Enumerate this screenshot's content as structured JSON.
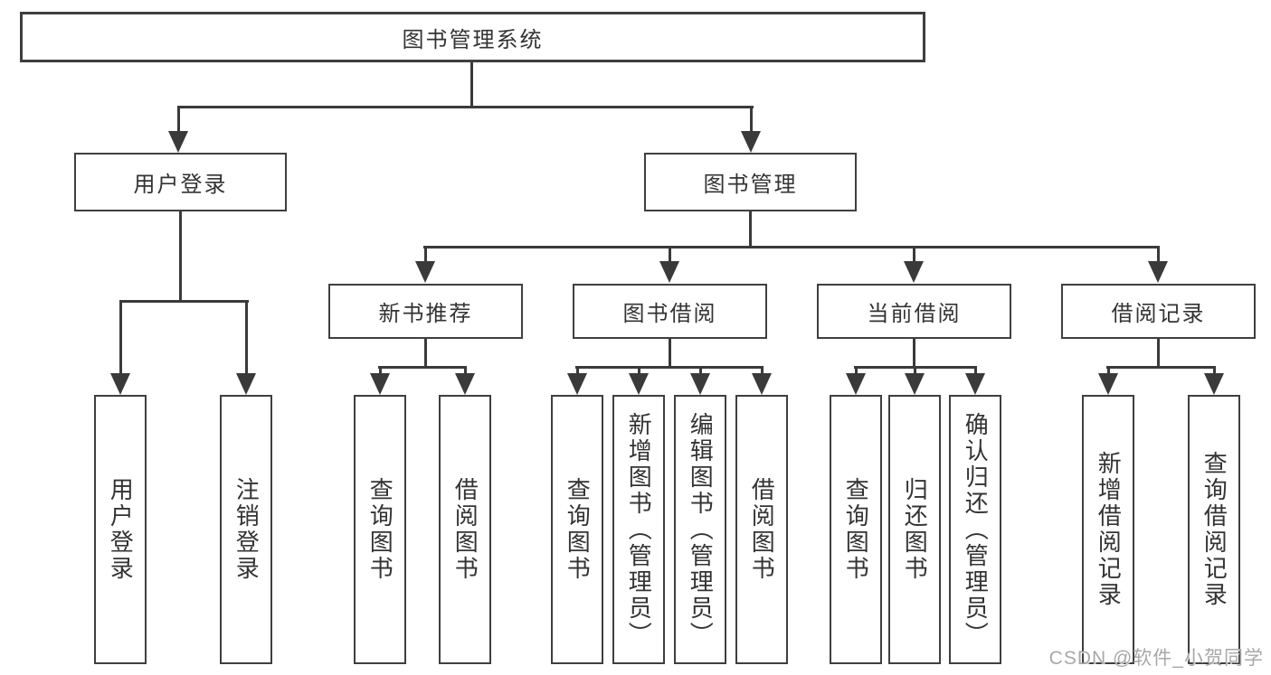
{
  "theme": {
    "background": "#ffffff",
    "line_color": "#3a3a3a",
    "border_color": "#3f3f3f",
    "text_color": "#333333",
    "watermark_color": "#a8a8a8"
  },
  "diagram": {
    "root": {
      "label": "图书管理系统"
    },
    "branches": [
      {
        "label": "用户登录",
        "children": [
          "用户登录",
          "注销登录"
        ]
      },
      {
        "label": "图书管理",
        "children": [
          {
            "label": "新书推荐",
            "children": [
              "查询图书",
              "借阅图书"
            ]
          },
          {
            "label": "图书借阅",
            "children": [
              "查询图书",
              "新增图书（管理员）",
              "编辑图书（管理员）",
              "借阅图书"
            ]
          },
          {
            "label": "当前借阅",
            "children": [
              "查询图书",
              "归还图书",
              "确认归还（管理员）"
            ]
          },
          {
            "label": "借阅记录",
            "children": [
              "新增借阅记录",
              "查询借阅记录"
            ]
          }
        ]
      }
    ]
  },
  "watermark": {
    "text": "CSDN @软件_小贺同学"
  }
}
